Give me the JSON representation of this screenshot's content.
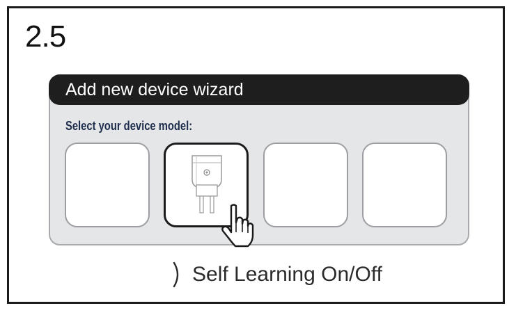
{
  "step_label": "2.5",
  "wizard": {
    "title": "Add new device wizard",
    "subtitle": "Select your device model:",
    "tiles": [
      {
        "name": "device-tile-1",
        "selected": false,
        "icon": ""
      },
      {
        "name": "device-tile-2",
        "selected": true,
        "icon": "smart-plug-icon"
      },
      {
        "name": "device-tile-3",
        "selected": false,
        "icon": ""
      },
      {
        "name": "device-tile-4",
        "selected": false,
        "icon": ""
      }
    ]
  },
  "link": {
    "label": "Self Learning On/Off",
    "icon": "chevron-right-icon"
  }
}
